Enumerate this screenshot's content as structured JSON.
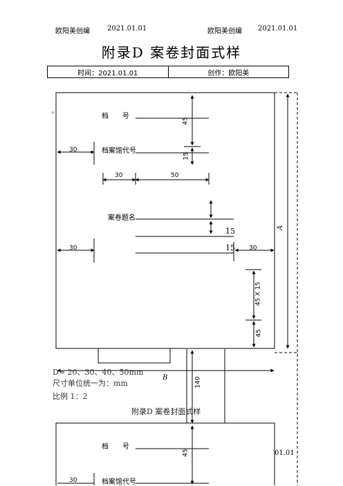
{
  "header": {
    "author_left": "欧阳美创编",
    "date_left": "2021.01.01",
    "author_right": "欧阳美创编",
    "date_right": "2021.01.01"
  },
  "title": "附录D 案卷封面式样",
  "info": {
    "time": "时间：2021.01.01",
    "creator": "创作：欧阳美"
  },
  "cover": {
    "file_number_label": "档　　号",
    "archive_code_label": "档案馆代号",
    "case_title_label": "案卷题名",
    "dimensions": {
      "d45_top": "45",
      "d15_top": "15",
      "d30_left": "30",
      "d30_mid": "30",
      "d50": "50",
      "d15_a": "15",
      "d15_b": "15",
      "d30_right": "30",
      "d30_left2": "30",
      "d45x15": "45 X 15",
      "d45_bottom": "45",
      "A": "A",
      "B": "B",
      "d140": "140"
    }
  },
  "notes": {
    "line1": "D= 20、30、40、50mm",
    "line2": "尺寸单位统一为：mm",
    "line3": "比例 1：2"
  },
  "caption": "附录D 案卷封面式样",
  "cover2": {
    "file_number_label": "档　　号",
    "archive_code_label": "档案馆代号",
    "d45": "45",
    "d30": "30",
    "date_fragment": "01.01"
  }
}
